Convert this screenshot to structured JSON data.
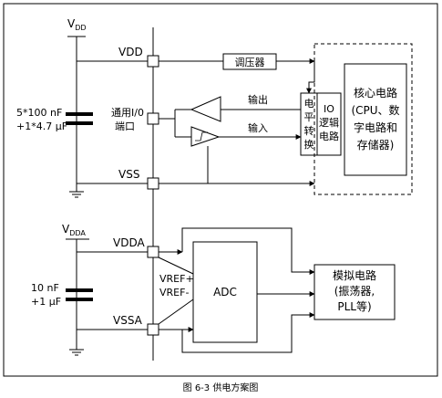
{
  "supply_labels": {
    "vdd_main": "V",
    "vdd_sub": "DD",
    "vdda_main": "V",
    "vdda_sub": "DDA"
  },
  "capacitors": {
    "top_line1": "5*100 nF",
    "top_line2": "+1*4.7 μF",
    "bottom_line1": "10 nF",
    "bottom_line2": "+1 μF"
  },
  "pins": {
    "vdd": "VDD",
    "io_line1": "通用I/0",
    "io_line2": "端口",
    "vss": "VSS",
    "vdda": "VDDA",
    "vref_plus": "VREF+",
    "vref_minus": "VREF-",
    "vssa": "VSSA"
  },
  "blocks": {
    "regulator": "调压器",
    "output": "输出",
    "input": "输入",
    "level_shift": [
      "电",
      "平",
      "转",
      "换"
    ],
    "io_logic": [
      "IO",
      "逻辑",
      "电路"
    ],
    "core_lines": [
      "核心电路",
      "(CPU、数",
      "字电路和",
      "存储器)"
    ],
    "adc": "ADC",
    "analog_lines": [
      "模拟电路",
      "(振荡器,",
      "PLL等)"
    ]
  },
  "caption": "图 6-3    供电方案图"
}
